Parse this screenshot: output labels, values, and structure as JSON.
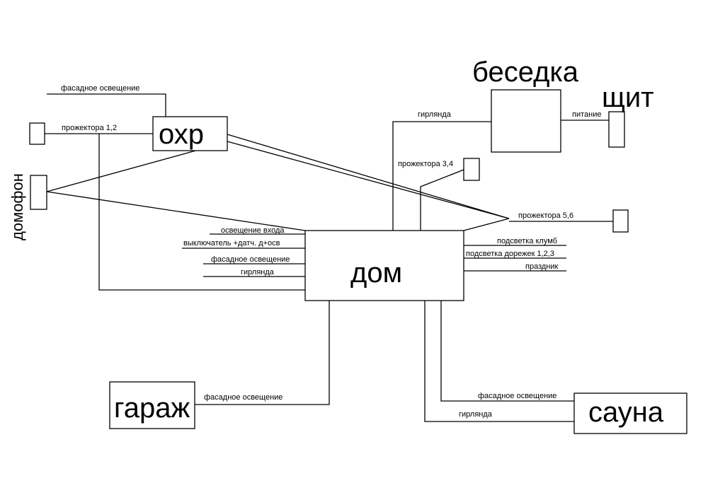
{
  "nodes": {
    "dom": "дом",
    "ohr": "охр",
    "besedka": "беседка",
    "shit": "щит",
    "garazh": "гараж",
    "sauna": "сауна",
    "domofon": "домофон"
  },
  "labels": {
    "ohr_facade": "фасадное освещение",
    "spots_1_2": "прожектора 1,2",
    "girlyanda_besedka": "гирлянда",
    "pitanie": "питание",
    "spots_3_4": "прожектора 3,4",
    "spots_5_6": "прожектора 5,6",
    "entrance_light": "освещение входа",
    "switch_sensor": "выключатель +датч. д+осв",
    "dom_facade": "фасадное освещение",
    "dom_girlyanda": "гирлянда",
    "flowerbed_light": "подсветка клумб",
    "paths_light": "подсветка дорежек 1,2,3",
    "prazdnik": "праздник",
    "garage_facade": "фасадное освещение",
    "sauna_facade": "фасадное освещение",
    "sauna_girlyanda": "гирлянда"
  }
}
